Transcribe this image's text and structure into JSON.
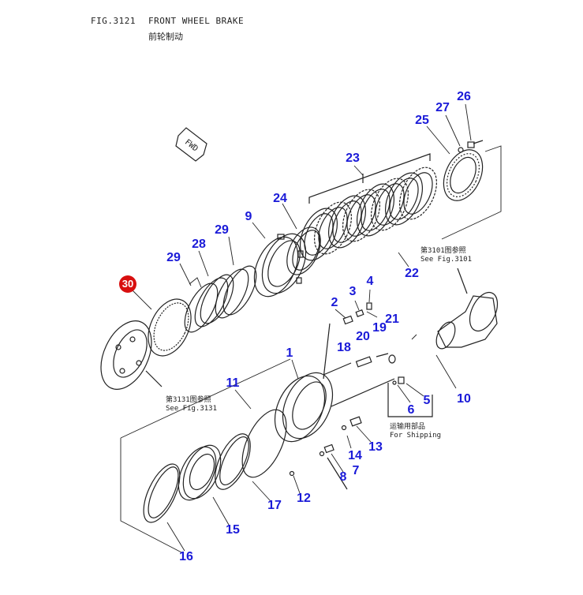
{
  "header": {
    "fig": "FIG.3121",
    "title": "FRONT WHEEL BRAKE",
    "title_cn": "前轮制动"
  },
  "fwd_label": "FWD",
  "refs": {
    "ref_3101_cn": "第3101图参照",
    "ref_3101_en": "See Fig.3101",
    "ref_3131_cn": "第3131图参照",
    "ref_3131_en": "See Fig.3131",
    "shipping_cn": "运输用部品",
    "shipping_en": "For Shipping"
  },
  "callouts": [
    {
      "id": "c1",
      "label": "1"
    },
    {
      "id": "c2",
      "label": "2"
    },
    {
      "id": "c3",
      "label": "3"
    },
    {
      "id": "c4",
      "label": "4"
    },
    {
      "id": "c5",
      "label": "5"
    },
    {
      "id": "c6",
      "label": "6"
    },
    {
      "id": "c7",
      "label": "7"
    },
    {
      "id": "c8",
      "label": "8"
    },
    {
      "id": "c9",
      "label": "9"
    },
    {
      "id": "c10",
      "label": "10"
    },
    {
      "id": "c11",
      "label": "11"
    },
    {
      "id": "c12",
      "label": "12"
    },
    {
      "id": "c13",
      "label": "13"
    },
    {
      "id": "c14",
      "label": "14"
    },
    {
      "id": "c15",
      "label": "15"
    },
    {
      "id": "c16",
      "label": "16"
    },
    {
      "id": "c17",
      "label": "17"
    },
    {
      "id": "c18",
      "label": "18"
    },
    {
      "id": "c19",
      "label": "19"
    },
    {
      "id": "c20",
      "label": "20"
    },
    {
      "id": "c21",
      "label": "21"
    },
    {
      "id": "c22",
      "label": "22"
    },
    {
      "id": "c23",
      "label": "23"
    },
    {
      "id": "c24",
      "label": "24"
    },
    {
      "id": "c25",
      "label": "25"
    },
    {
      "id": "c26",
      "label": "26"
    },
    {
      "id": "c27",
      "label": "27"
    },
    {
      "id": "c28",
      "label": "28"
    },
    {
      "id": "c29a",
      "label": "29"
    },
    {
      "id": "c29b",
      "label": "29"
    },
    {
      "id": "c30",
      "label": "30",
      "highlight": true
    }
  ],
  "colors": {
    "callout": "#1a1ad8",
    "highlight": "#d80f0f",
    "line": "#222222"
  }
}
